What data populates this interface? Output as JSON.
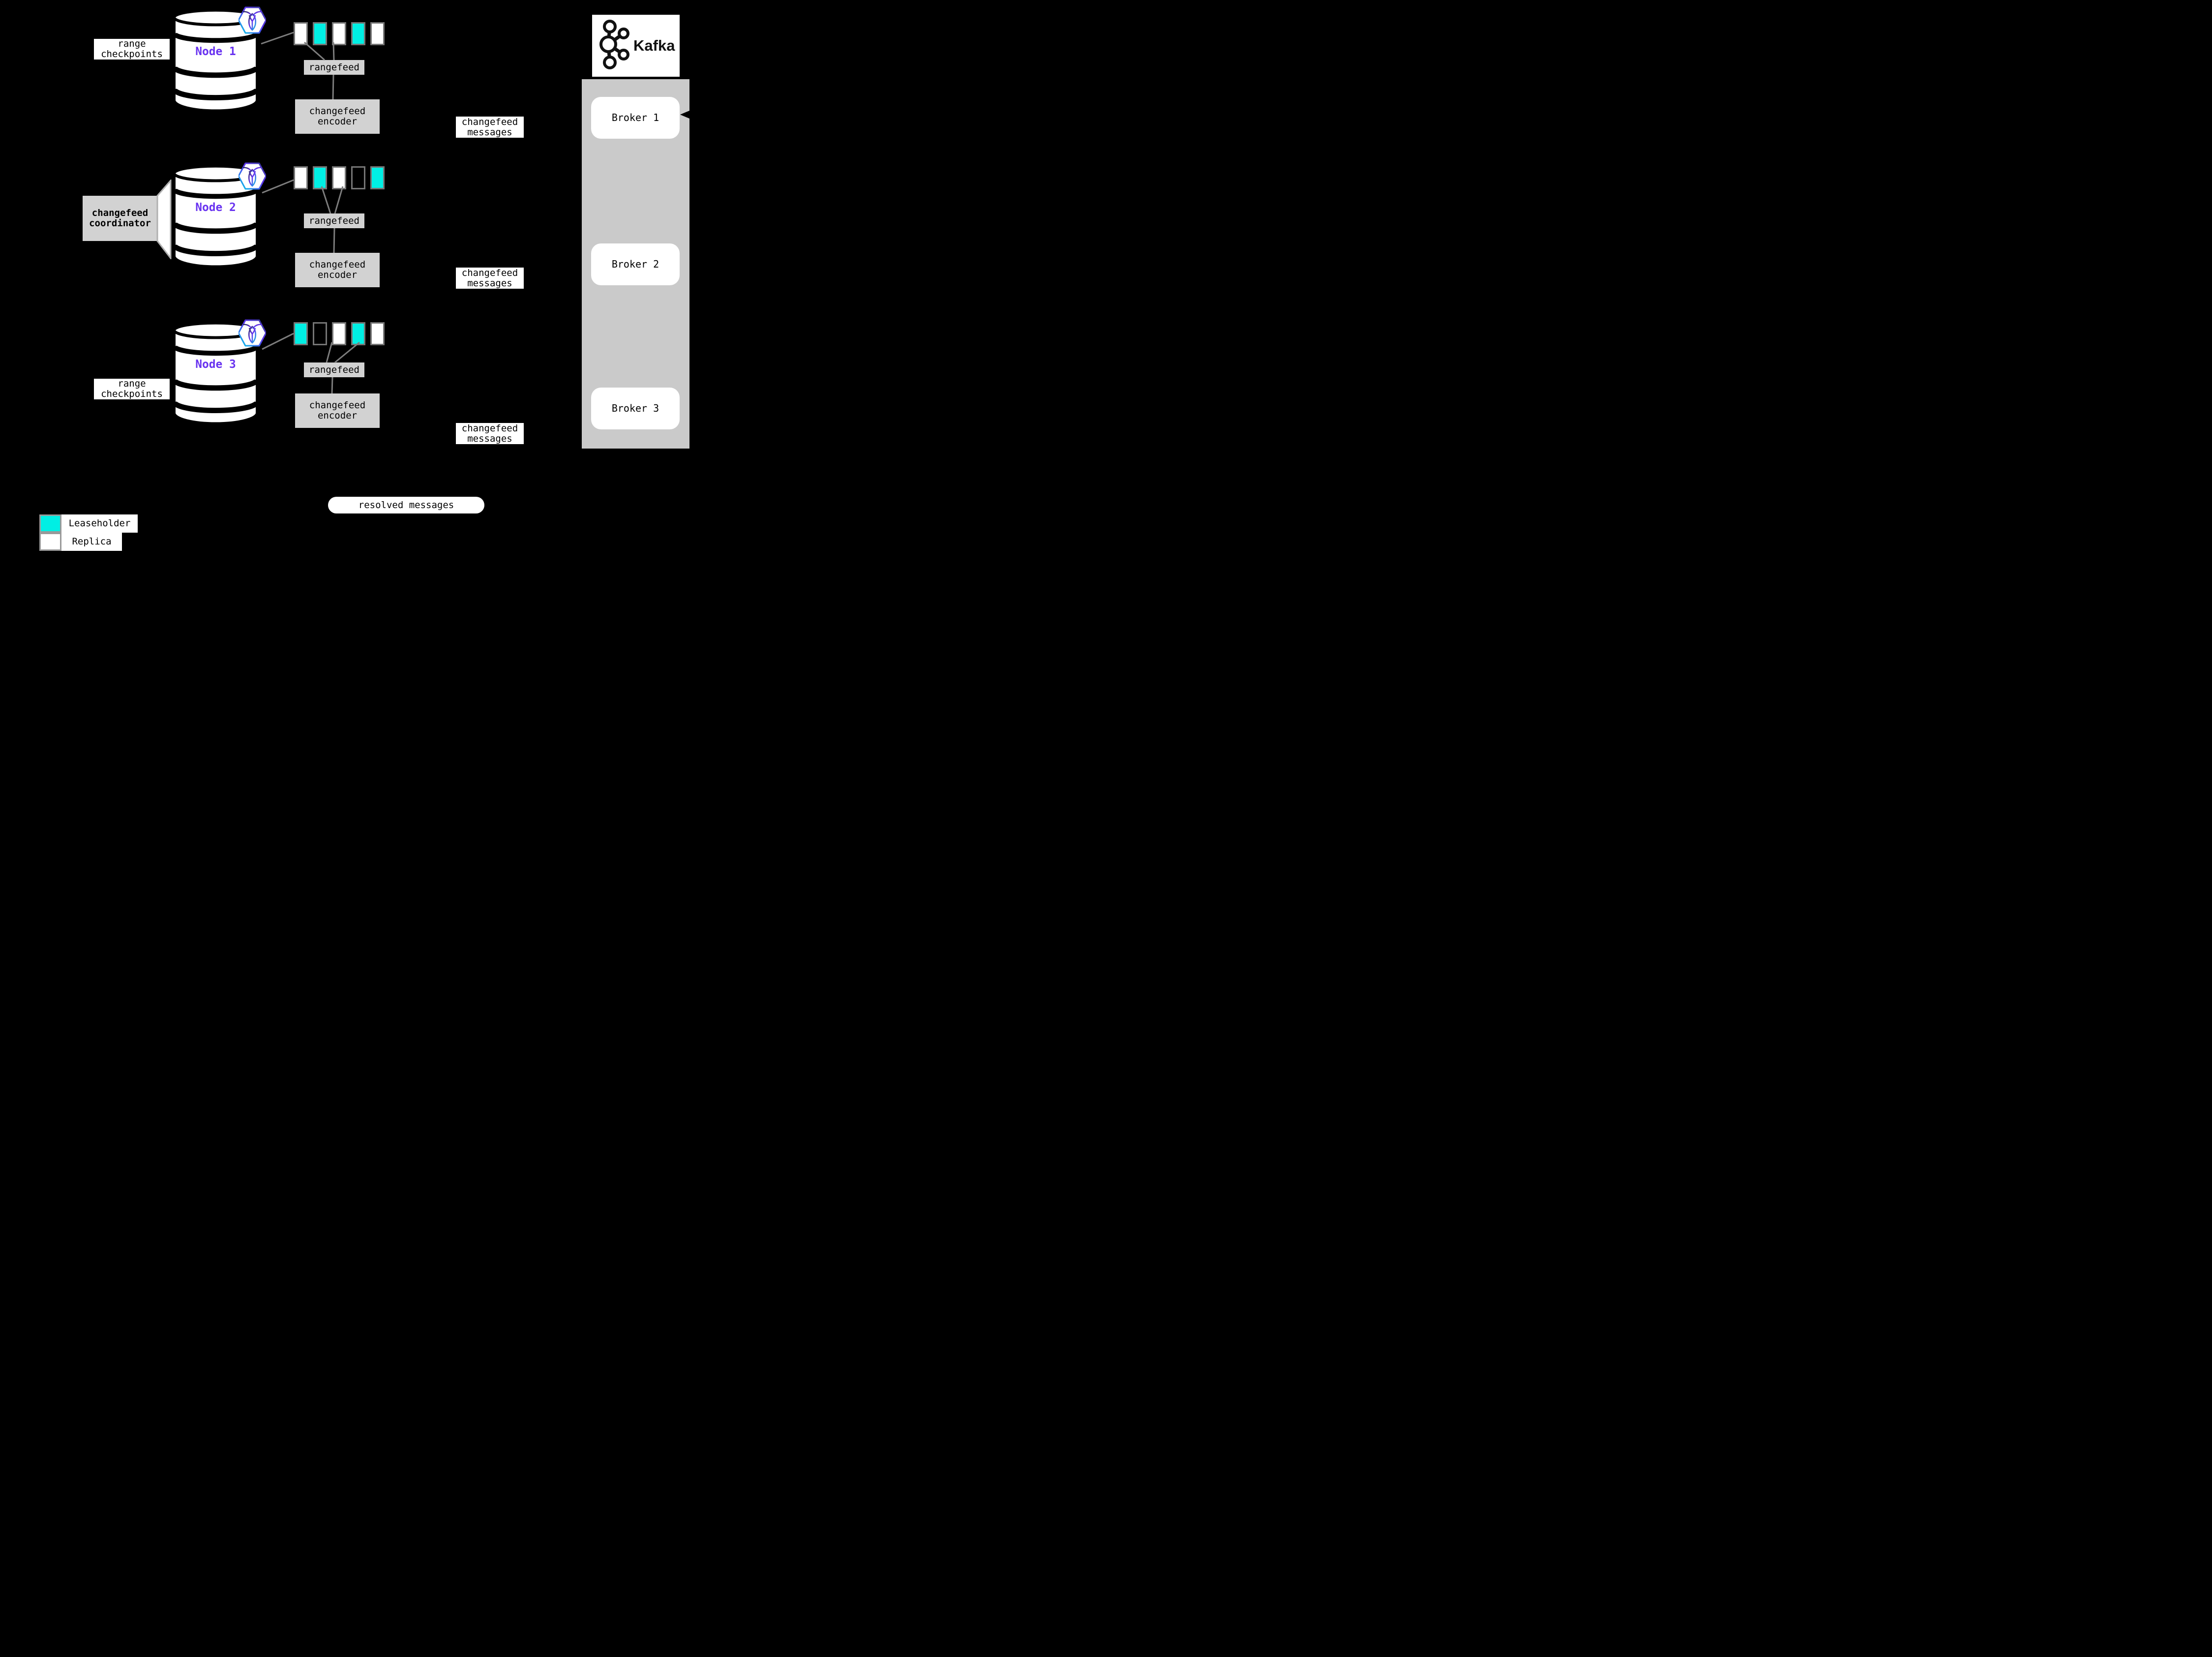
{
  "colors": {
    "leaseholder": "#00efe4",
    "replica": "#ffffff",
    "node_title": "#6933f0",
    "container_gray": "#cacaca",
    "box_gray": "#d2d2d2",
    "line_gray": "#7d7d7d"
  },
  "nodes": [
    {
      "title": "Node 1",
      "side_label": "range checkpoints",
      "ranges": [
        "replica",
        "leaseholder",
        "replica",
        "leaseholder",
        "replica"
      ],
      "rangefeed": "rangefeed",
      "encoder": "changefeed encoder",
      "messages": "changefeed messages"
    },
    {
      "title": "Node 2",
      "coordinator": "changefeed coordinator",
      "ranges": [
        "replica",
        "leaseholder",
        "replica",
        "none",
        "leaseholder"
      ],
      "rangefeed": "rangefeed",
      "encoder": "changefeed encoder",
      "messages": "changefeed messages"
    },
    {
      "title": "Node 3",
      "side_label": "range checkpoints",
      "ranges": [
        "leaseholder",
        "none",
        "replica",
        "leaseholder",
        "replica"
      ],
      "rangefeed": "rangefeed",
      "encoder": "changefeed encoder",
      "messages": "changefeed messages"
    }
  ],
  "kafka": {
    "title": "Kafka",
    "brokers": [
      "Broker 1",
      "Broker 2",
      "Broker 3"
    ]
  },
  "resolved_label": "resolved messages",
  "legend": {
    "items": [
      {
        "type": "leaseholder",
        "label": "Leaseholder"
      },
      {
        "type": "replica",
        "label": "Replica"
      }
    ]
  }
}
